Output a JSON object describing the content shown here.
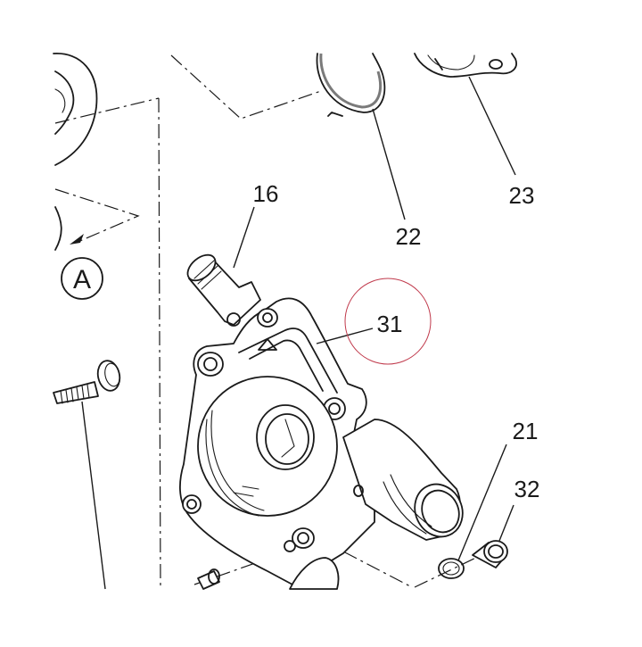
{
  "diagram": {
    "view_marker": "A",
    "callouts": [
      {
        "id": "c16",
        "label": "16"
      },
      {
        "id": "c22",
        "label": "22"
      },
      {
        "id": "c23",
        "label": "23"
      },
      {
        "id": "c31",
        "label": "31"
      },
      {
        "id": "c21",
        "label": "21"
      },
      {
        "id": "c32",
        "label": "32"
      }
    ],
    "colors": {
      "line": "#1a1a1a",
      "highlight_circle": "#c0394b",
      "background": "#ffffff"
    }
  }
}
